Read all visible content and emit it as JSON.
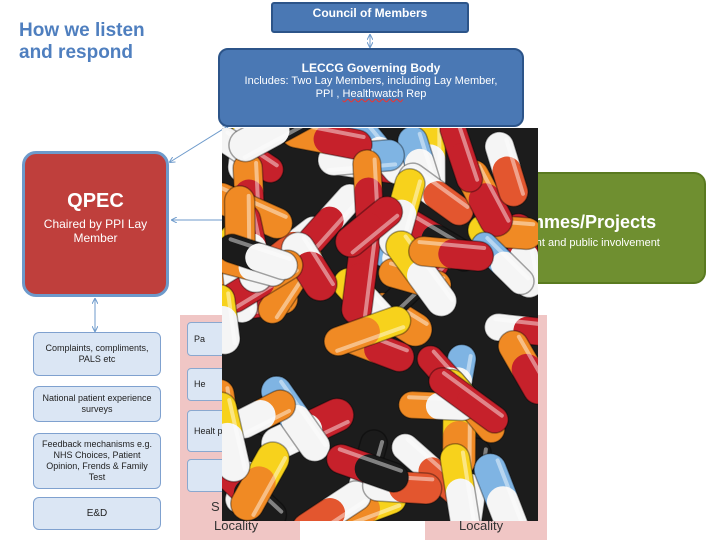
{
  "title": [
    "How we listen",
    "and respond"
  ],
  "council": "Council of Members",
  "governing_body": {
    "title": "LECCG Governing Body",
    "line1": "Includes: Two Lay Members, including Lay Member,",
    "line2_prefix": "PPI ,",
    "line2_hw": "Healthwatch",
    "line2_suffix": "Rep"
  },
  "qpec": {
    "title": "QPEC",
    "subtitle": "Chaired by PPI Lay Member"
  },
  "programmes": {
    "title": "ammes/Projects",
    "subtitle": "atient and public involvement"
  },
  "qpec_children": [
    "Complaints, compliments, PALS etc",
    "National patient experience surveys",
    "Feedback mechanisms e.g. NHS Choices, Patient Opinion, Frends & Family Test",
    "E&D"
  ],
  "left_panel": {
    "items": [
      "Pa",
      "He",
      "Healt partn",
      ""
    ],
    "label_top": "S",
    "label_bottom": "Locality"
  },
  "right_panel": {
    "label_bottom": "Locality"
  },
  "colors": {
    "blue_box": "#4a78b4",
    "qpec_red": "#bf3f3c",
    "programme_green": "#6f8f30",
    "panel_pink": "#f0c6c5"
  }
}
